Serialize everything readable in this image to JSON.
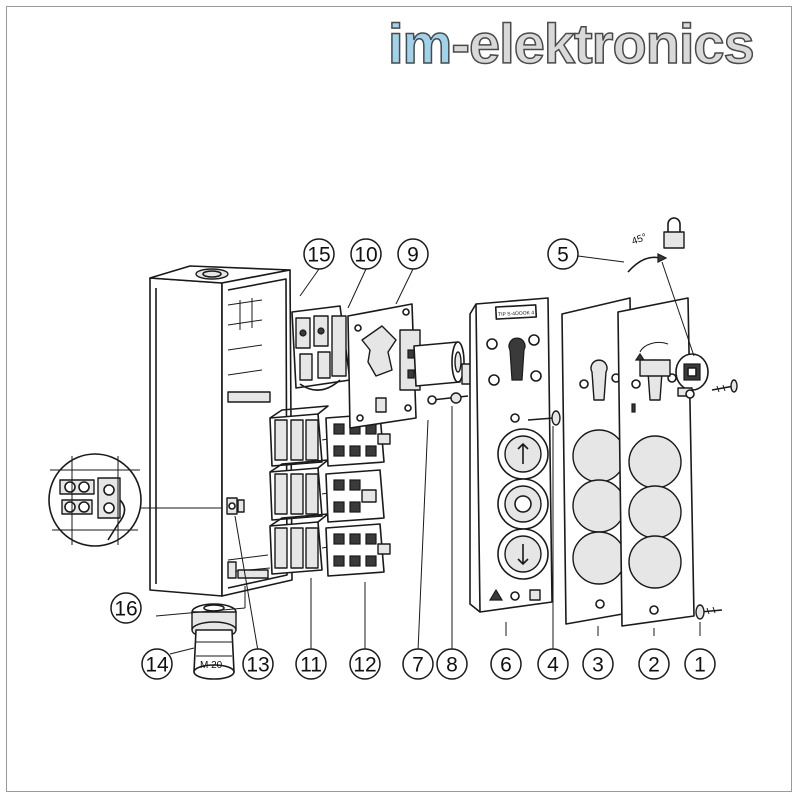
{
  "brand": {
    "part1": "im",
    "part2": "-elektronics"
  },
  "labels": {
    "angle": "45°",
    "gland_size": "M 20",
    "plate_tag": "TIP S-4OOOK 4"
  },
  "callouts": [
    {
      "id": "callout-1",
      "number": "1"
    },
    {
      "id": "callout-2",
      "number": "2"
    },
    {
      "id": "callout-3",
      "number": "3"
    },
    {
      "id": "callout-4",
      "number": "4"
    },
    {
      "id": "callout-5",
      "number": "5"
    },
    {
      "id": "callout-6",
      "number": "6"
    },
    {
      "id": "callout-7",
      "number": "7"
    },
    {
      "id": "callout-8",
      "number": "8"
    },
    {
      "id": "callout-9",
      "number": "9"
    },
    {
      "id": "callout-10",
      "number": "10"
    },
    {
      "id": "callout-11",
      "number": "11"
    },
    {
      "id": "callout-12",
      "number": "12"
    },
    {
      "id": "callout-13",
      "number": "13"
    },
    {
      "id": "callout-14",
      "number": "14"
    },
    {
      "id": "callout-15",
      "number": "15"
    },
    {
      "id": "callout-16",
      "number": "16"
    }
  ],
  "colors": {
    "brand_light": "#9fd3ec",
    "brand_gray": "#d9d9d9",
    "line": "#1a1a1a"
  }
}
